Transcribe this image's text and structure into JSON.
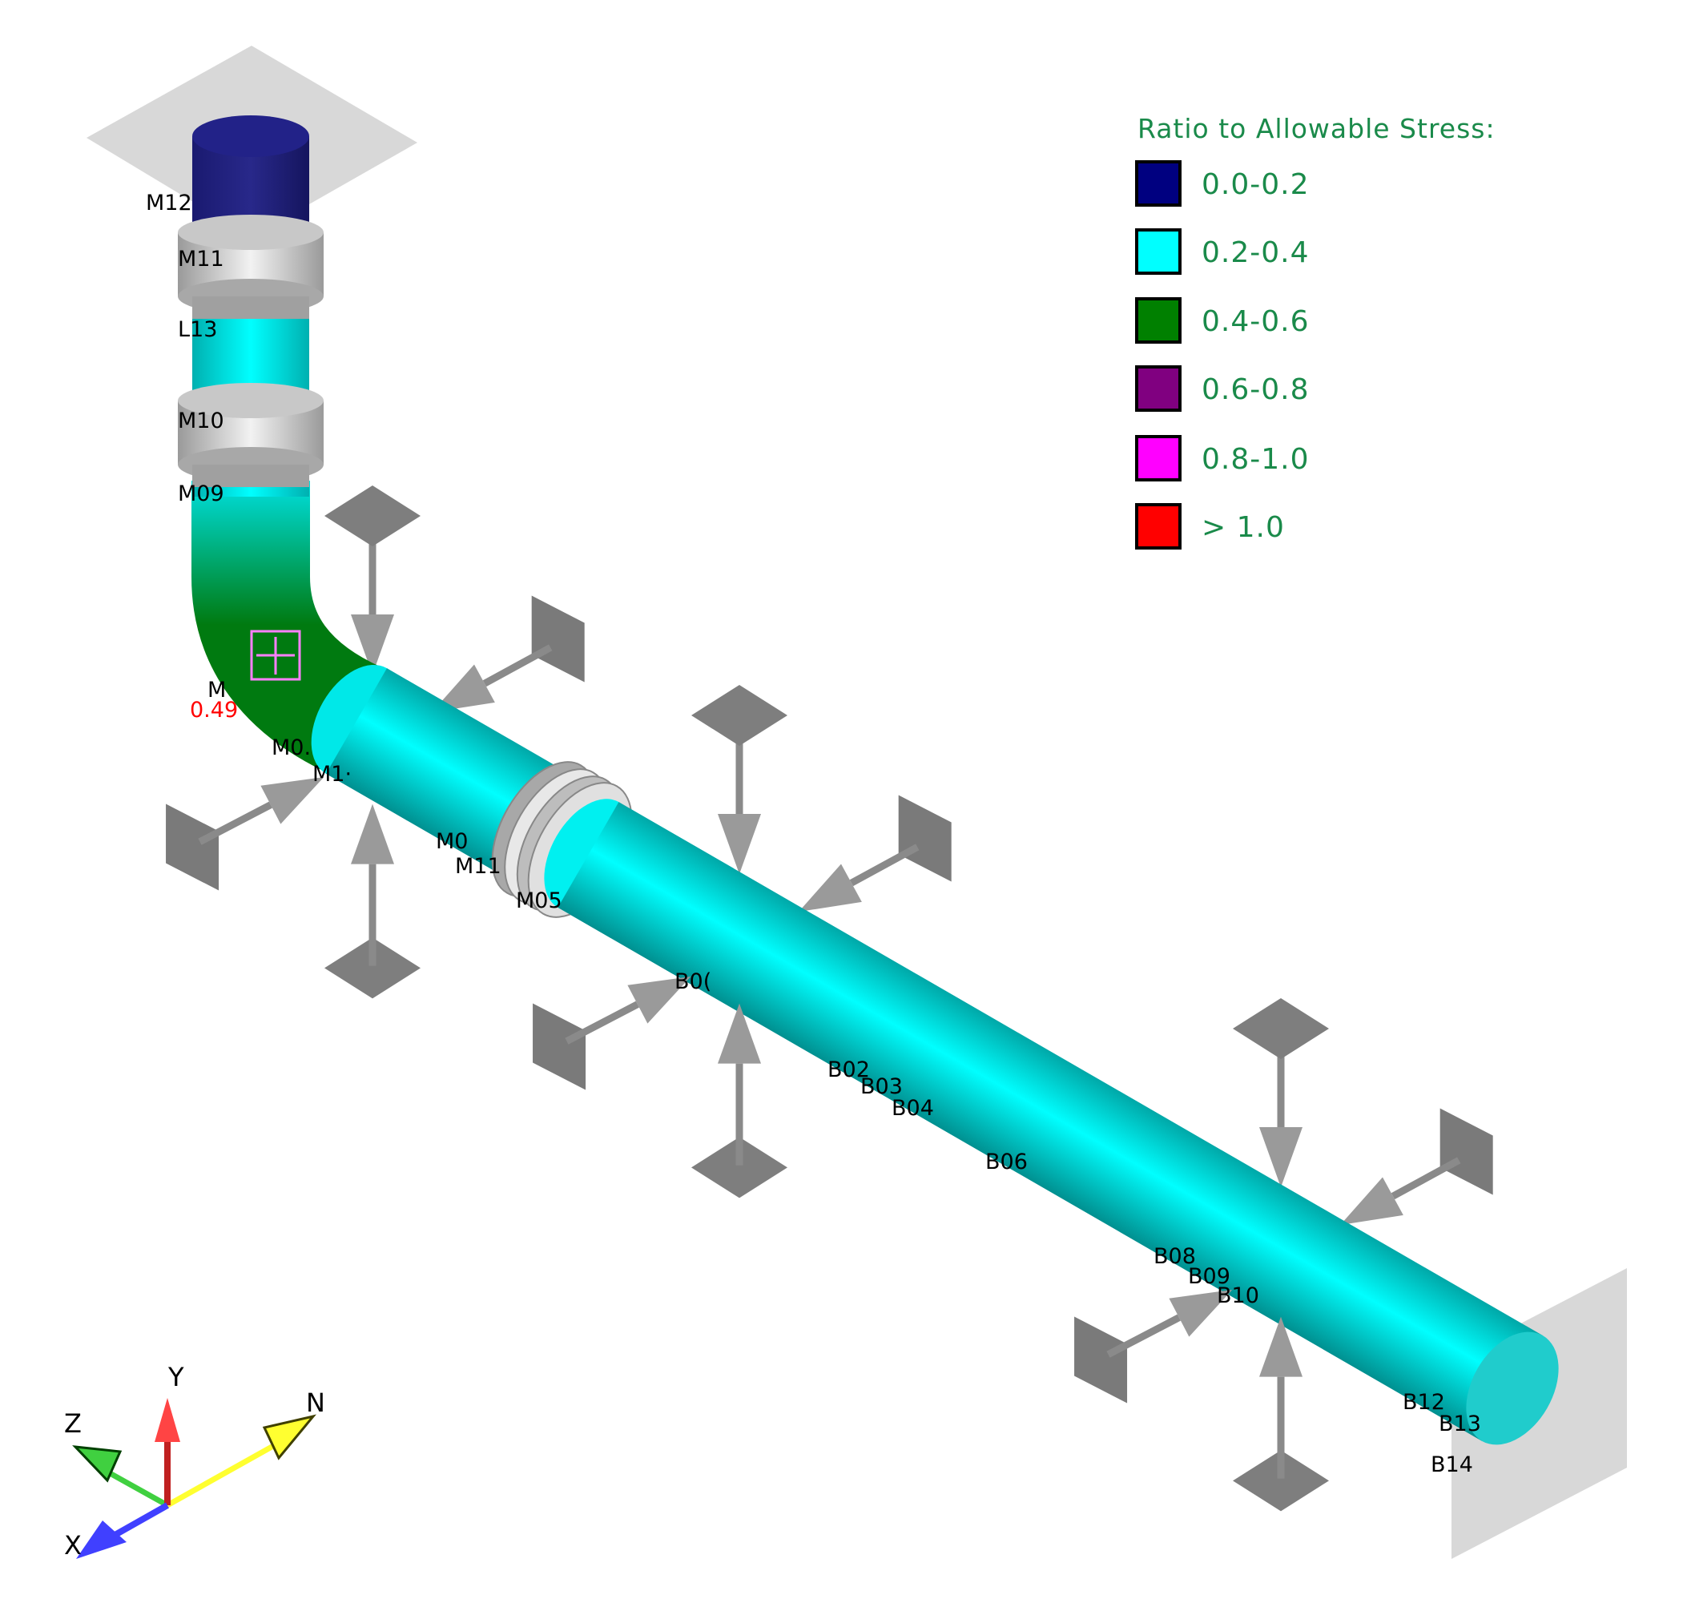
{
  "legend": {
    "title": "Ratio to Allowable Stress:",
    "items": [
      {
        "label": "0.0-0.2",
        "color": "#000080"
      },
      {
        "label": "0.2-0.4",
        "color": "#00ffff"
      },
      {
        "label": "0.4-0.6",
        "color": "#008000"
      },
      {
        "label": "0.6-0.8",
        "color": "#800080"
      },
      {
        "label": "0.8-1.0",
        "color": "#ff00ff"
      },
      {
        "label": "> 1.0",
        "color": "#ff0000"
      }
    ]
  },
  "nodes": {
    "m12": "M12",
    "m11a": "M11",
    "l13": "L13",
    "m10": "M10",
    "m09": "M09",
    "m_elbow": "M",
    "max_ratio": "0.49",
    "m0a": "M0.",
    "m1a": "M1·",
    "m0b": "M0",
    "m11b": "M11",
    "m05": "M05",
    "b0": "B0(",
    "b02": "B02",
    "b03": "B03",
    "b04": "B04",
    "b06": "B06",
    "b08": "B08",
    "b09": "B09",
    "b10": "B10",
    "b12": "B12",
    "b13": "B13",
    "b14": "B14"
  },
  "axes": {
    "x": "X",
    "y": "Y",
    "z": "Z",
    "n": "N"
  }
}
